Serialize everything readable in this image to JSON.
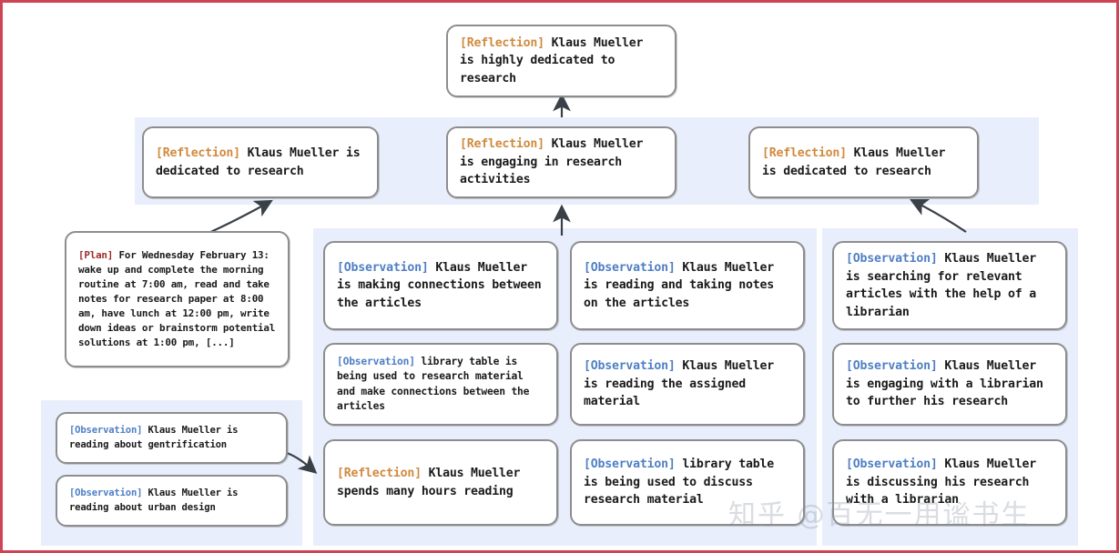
{
  "diagram": {
    "title": "Reflection tree for Klaus Mueller",
    "colors": {
      "border_frame": "#cf4455",
      "band": "#e8eefb",
      "node_border": "#8d8d8d",
      "tag_reflection": "#d08a3e",
      "tag_observation": "#4f7fc4",
      "tag_plan": "#9e2b2b",
      "text": "#1a1a1a"
    },
    "tags": {
      "reflection": "[Reflection]",
      "observation": "[Observation]",
      "plan": "[Plan]"
    }
  },
  "root": {
    "tag": "[Reflection]",
    "text": " Klaus Mueller is highly dedicated to research"
  },
  "reflections": [
    {
      "tag": "[Reflection]",
      "text": " Klaus Mueller is dedicated to research"
    },
    {
      "tag": "[Reflection]",
      "text": " Klaus Mueller is engaging in research activities"
    },
    {
      "tag": "[Reflection]",
      "text": " Klaus Mueller is dedicated to research"
    }
  ],
  "plan_node": {
    "tag": "[Plan]",
    "text": " For Wednesday February 13: wake up and complete the morning routine at 7:00 am, read and take notes for research paper at 8:00 am, have lunch at 12:00 pm, write down ideas or brainstorm potential solutions at 1:00 pm, [...]"
  },
  "left_observations": [
    {
      "tag": "[Observation]",
      "text": " Klaus Mueller is reading about gentrification"
    },
    {
      "tag": "[Observation]",
      "text": " Klaus Mueller is reading about urban design"
    }
  ],
  "column_one": [
    {
      "tag": "[Observation]",
      "text": " Klaus Mueller is making connections between the articles"
    },
    {
      "tag": "[Observation]",
      "text": " library table is being used to research material and make connections between the articles"
    },
    {
      "tag": "[Reflection]",
      "text": " Klaus Mueller spends many hours reading"
    }
  ],
  "column_two": [
    {
      "tag": "[Observation]",
      "text": " Klaus Mueller is reading and taking notes on the articles"
    },
    {
      "tag": "[Observation]",
      "text": " Klaus Mueller is reading the assigned material"
    },
    {
      "tag": "[Observation]",
      "text": " library table is being used to discuss research material"
    }
  ],
  "column_three": [
    {
      "tag": "[Observation]",
      "text": " Klaus Mueller is searching for relevant articles with the help of a librarian"
    },
    {
      "tag": "[Observation]",
      "text": " Klaus Mueller is engaging with a librarian to further his research"
    },
    {
      "tag": "[Observation]",
      "text": " Klaus Mueller is discussing his research with a librarian"
    }
  ],
  "watermark": {
    "text": "知乎 @百无一用谧书生"
  }
}
